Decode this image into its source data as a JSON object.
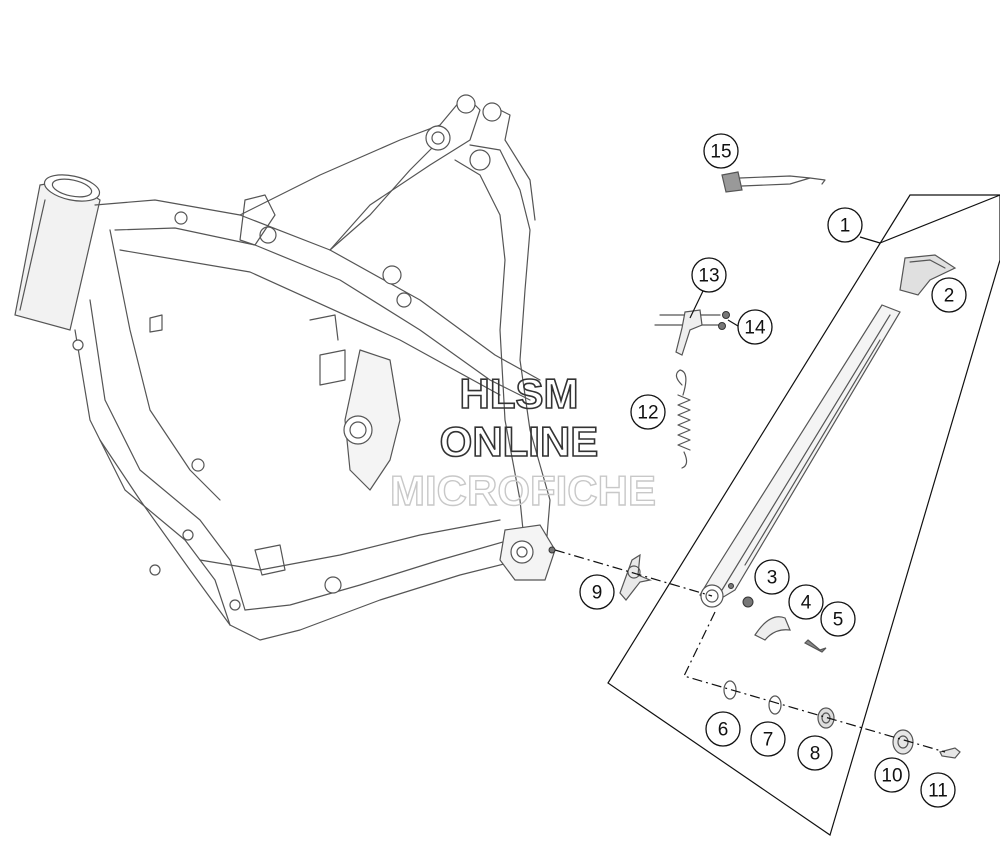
{
  "diagram": {
    "callouts": [
      {
        "id": "c1",
        "label": "1"
      },
      {
        "id": "c2",
        "label": "2"
      },
      {
        "id": "c3",
        "label": "3"
      },
      {
        "id": "c4",
        "label": "4"
      },
      {
        "id": "c5",
        "label": "5"
      },
      {
        "id": "c6",
        "label": "6"
      },
      {
        "id": "c7",
        "label": "7"
      },
      {
        "id": "c8",
        "label": "8"
      },
      {
        "id": "c9",
        "label": "9"
      },
      {
        "id": "c10",
        "label": "10"
      },
      {
        "id": "c11",
        "label": "11"
      },
      {
        "id": "c12",
        "label": "12"
      },
      {
        "id": "c13",
        "label": "13"
      },
      {
        "id": "c14",
        "label": "14"
      },
      {
        "id": "c15",
        "label": "15"
      }
    ]
  },
  "watermark": {
    "line1": "HLSM",
    "line2": "ONLINE",
    "line3": "MICROFICHE"
  },
  "colors": {
    "line": "#555555",
    "callout": "#111111",
    "watermark": "#bbbbbb"
  }
}
